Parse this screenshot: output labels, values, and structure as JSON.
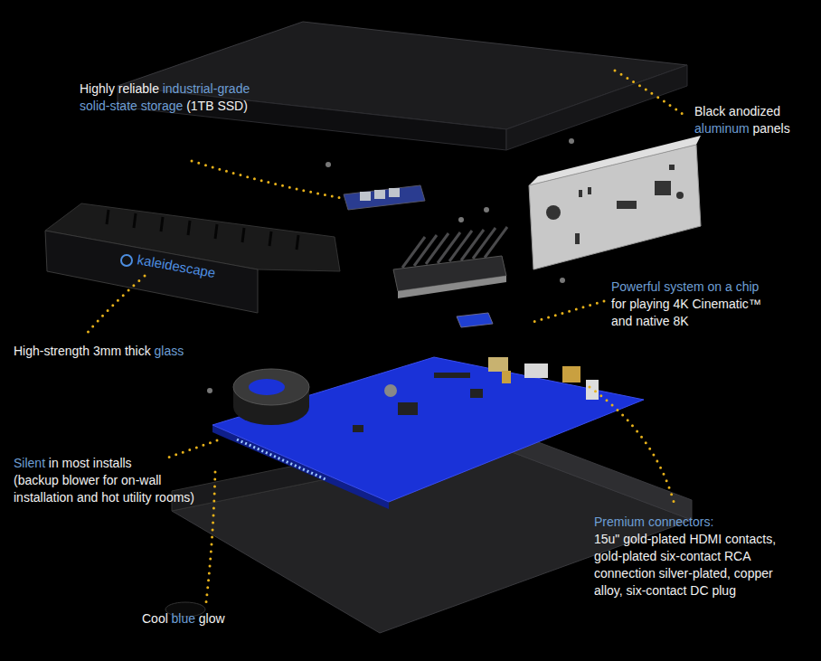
{
  "diagram": {
    "labels": [
      "Highly reliable",
      "industrial-grade",
      "solid-state storage",
      "(1TB SSD)",
      "Black anodized",
      "aluminum",
      "panels",
      "Powerful system on a chip",
      "for playing 4K Cinematic™",
      "and native 8K",
      "High-strength 3mm thick",
      "glass",
      "Silent",
      "in most installs",
      "(backup blower for on-wall",
      "installation and hot utility rooms)",
      "Premium connectors:",
      "15u\" gold-plated HDMI contacts,",
      "gold-plated six-contact RCA",
      "connection silver-plated, copper",
      "alloy, six-contact DC plug",
      "Cool",
      "blue",
      "glow",
      "kaleidescape"
    ]
  }
}
